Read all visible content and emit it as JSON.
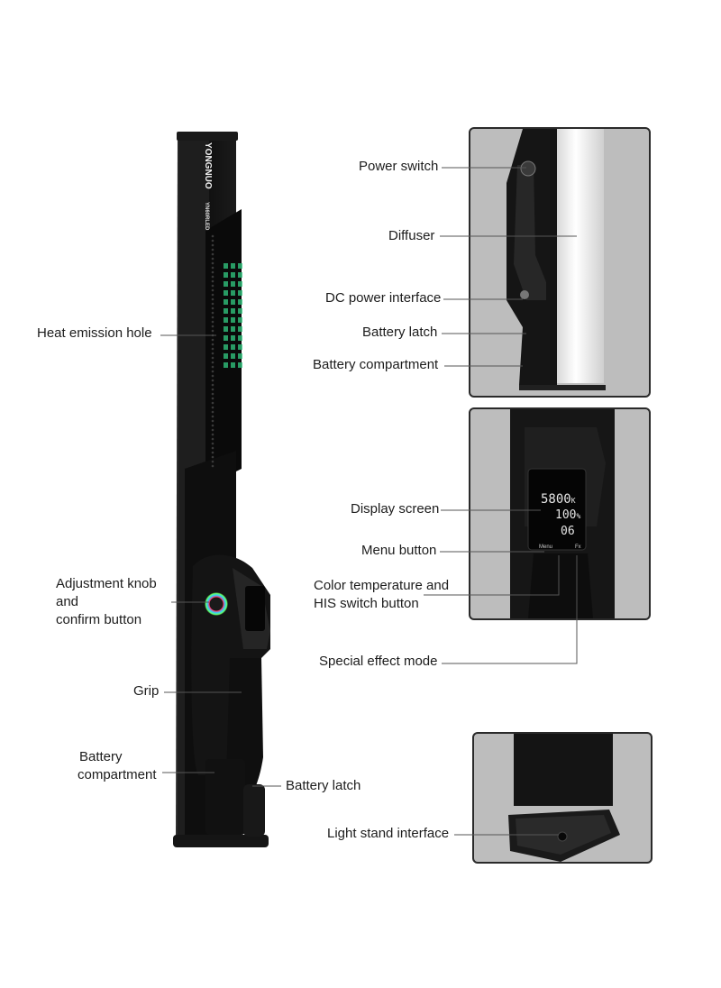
{
  "brand": {
    "logo": "YONGNUO",
    "model": "YN60RLED"
  },
  "main_labels": {
    "heat_emission_hole": "Heat emission hole",
    "adjust_knob_line1": "Adjustment knob",
    "adjust_knob_line2": "and",
    "adjust_knob_line3": "confirm button",
    "grip": "Grip",
    "battery_comp_line1": "Battery",
    "battery_comp_line2": "compartment",
    "battery_latch": "Battery latch"
  },
  "panel1_labels": {
    "power_switch": "Power switch",
    "diffuser": "Diffuser",
    "dc_power": "DC power interface",
    "battery_latch": "Battery latch",
    "battery_compartment": "Battery compartment"
  },
  "panel2_labels": {
    "display_screen": "Display screen",
    "menu_button": "Menu button",
    "color_temp_line1": "Color temperature and",
    "color_temp_line2": "HIS switch button",
    "special_effect": "Special effect mode"
  },
  "panel3_labels": {
    "light_stand": "Light stand interface"
  },
  "screen": {
    "temperature": "5800",
    "temperature_unit": "K",
    "brightness": "100",
    "brightness_unit": "%",
    "effect": "06",
    "btn_menu": "Menu",
    "btn_fx": "Fx"
  },
  "colors": {
    "body": "#101010",
    "panel_bg": "#bdbdbd",
    "leader": "#555555",
    "led_green": "#2fbf7a"
  }
}
